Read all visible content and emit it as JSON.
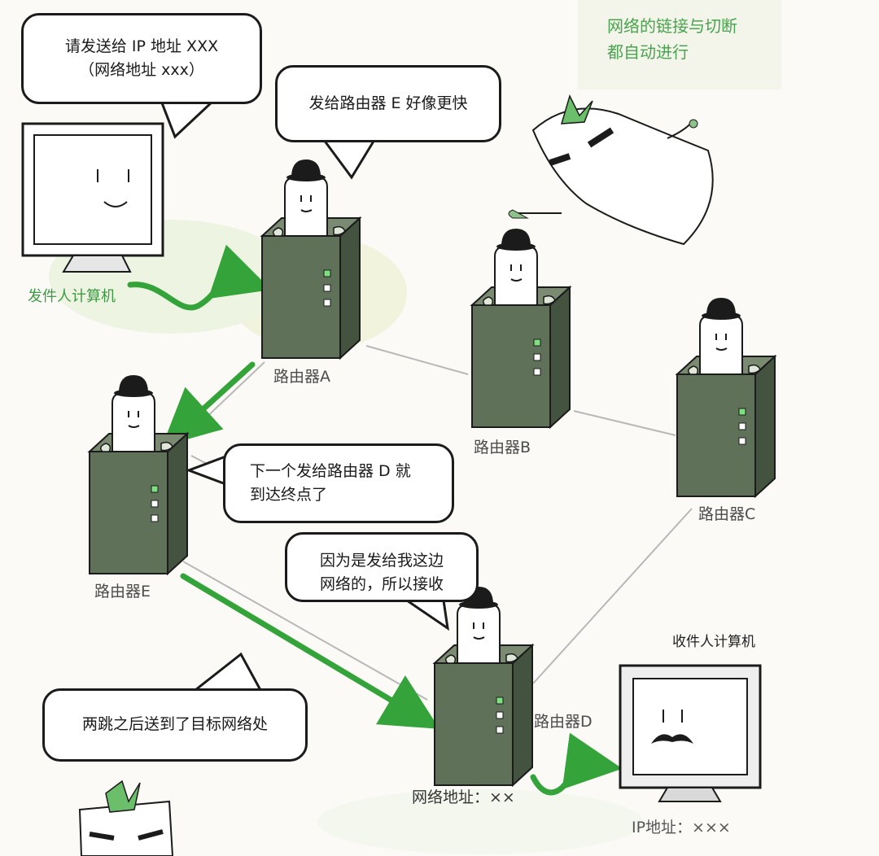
{
  "bubbles": {
    "sender": {
      "line1": "请发送给 IP 地址 XXX",
      "line2": "（网络地址 xxx）"
    },
    "router_a": {
      "text": "发给路由器 E 好像更快"
    },
    "router_e": {
      "line1": "下一个发给路由器 D 就",
      "line2": "到达终点了"
    },
    "router_d": {
      "line1": "因为是发给我这边",
      "line2": "网络的，所以接收"
    },
    "summary": {
      "text": "两跳之后送到了目标网络处"
    }
  },
  "note": {
    "line1": "网络的链接与切断",
    "line2": "都自动进行"
  },
  "labels": {
    "sender_computer": "发件人计算机",
    "receiver_computer": "收件人计算机",
    "router_a": "路由器A",
    "router_b": "路由器B",
    "router_c": "路由器C",
    "router_d": "路由器D",
    "router_e": "路由器E",
    "network_address": "网络地址：××",
    "ip_address": "IP地址：×××"
  },
  "colors": {
    "router_body": "#5f7158",
    "router_side": "#43533f",
    "arrow_green": "#33a33a",
    "label_green": "#3c9a43",
    "outline": "#1b1b1b"
  },
  "icons": [
    "monitor-icon",
    "router-icon",
    "bowler-hat-icon",
    "paper-packet-icon",
    "green-arrow-icon"
  ]
}
